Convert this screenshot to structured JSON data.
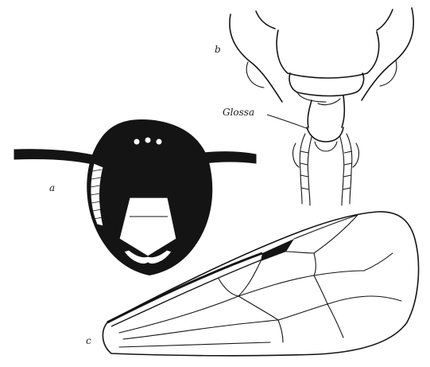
{
  "panels": {
    "a": {
      "label": "a"
    },
    "b": {
      "label": "b",
      "callout": "Glossa"
    },
    "c": {
      "label": "c"
    }
  },
  "colors": {
    "ink": "#141414",
    "paper": "#ffffff"
  }
}
